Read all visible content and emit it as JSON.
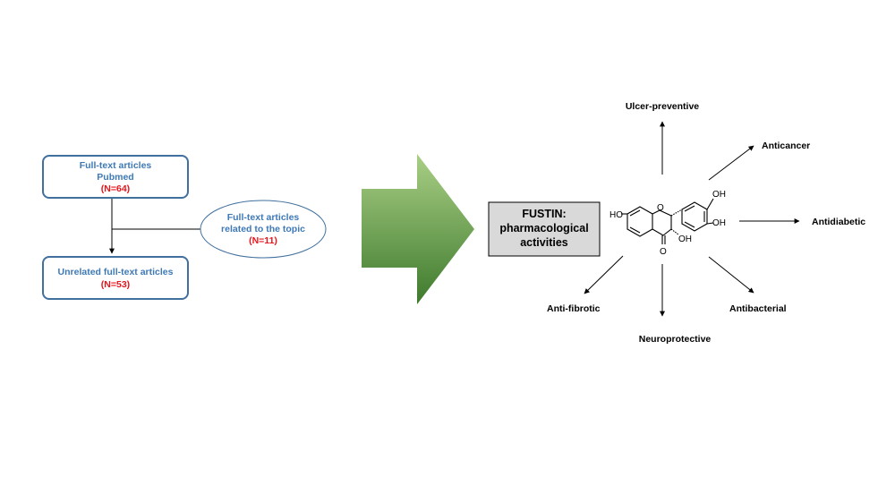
{
  "flow": {
    "top_box": {
      "line1": "Full-text articles",
      "line2": "Pubmed",
      "count": "(N=64)"
    },
    "ellipse": {
      "line1": "Full-text articles",
      "line2": "related to the topic",
      "count": "(N=11)"
    },
    "bottom_box": {
      "line1": "Unrelated full-text articles",
      "count": "(N=53)"
    }
  },
  "center": {
    "line1": "FUSTIN:",
    "line2": "pharmacological",
    "line3": "activities"
  },
  "molecule": {
    "labels": {
      "ho": "HO",
      "oh1": "OH",
      "oh2": "OH",
      "oh3": "OH",
      "ring_o": "O",
      "keto_o": "O"
    }
  },
  "activities": {
    "ulcer": "Ulcer-preventive",
    "anticancer": "Anticancer",
    "antidiabetic": "Antidiabetic",
    "antibacterial": "Antibacterial",
    "neuroprotective": "Neuroprotective",
    "antifibrotic": "Anti-fibrotic"
  },
  "colors": {
    "box_stroke": "#41709e",
    "box_text": "#3e79b6",
    "count_text": "#e8141c",
    "arrow_light": "#a9cf85",
    "arrow_dark": "#3e7a2d",
    "center_fill": "#d9d9d9"
  }
}
